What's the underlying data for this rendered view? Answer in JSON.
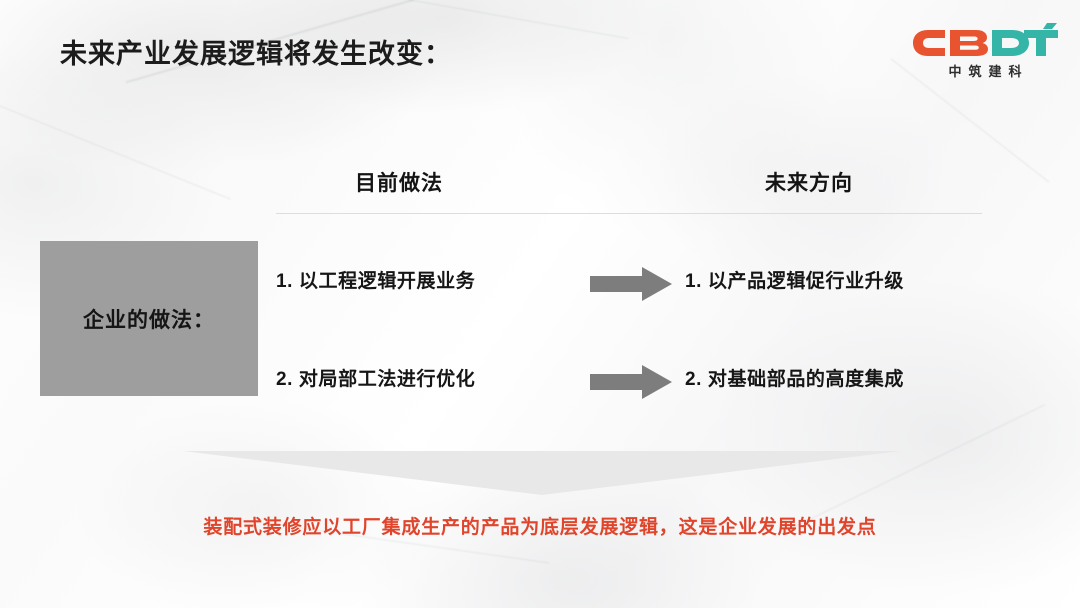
{
  "slide": {
    "title": "未来产业发展逻辑将发生改变：",
    "background_color": "#fcfcfc",
    "accent_color": "#e0452c"
  },
  "logo": {
    "letters": [
      {
        "char": "C",
        "color": "#e8542f"
      },
      {
        "char": "B",
        "color": "#e8542f"
      },
      {
        "char": "D",
        "color": "#35b5a8"
      },
      {
        "char": "T",
        "color": "#35b5a8"
      }
    ],
    "wordmark": "CBDT",
    "subtitle": "中筑建科",
    "tick_color": "#35b5a8"
  },
  "table": {
    "row_label": "企业的做法：",
    "row_label_bg": "#9e9e9e",
    "headers": {
      "current": "目前做法",
      "future": "未来方向"
    },
    "rows": [
      {
        "current": "1. 以工程逻辑开展业务",
        "future": "1. 以产品逻辑促行业升级",
        "arrow": "right-arrow"
      },
      {
        "current": "2. 对局部工法进行优化",
        "future": "2. 对基础部品的高度集成",
        "arrow": "right-arrow"
      }
    ],
    "arrow_color": "#7d7d7d"
  },
  "chevron": {
    "name": "down-chevron",
    "color": "#e8e8e8"
  },
  "conclusion": {
    "text": "装配式装修应以工厂集成生产的产品为底层发展逻辑，这是企业发展的出发点",
    "color": "#e0452c"
  }
}
